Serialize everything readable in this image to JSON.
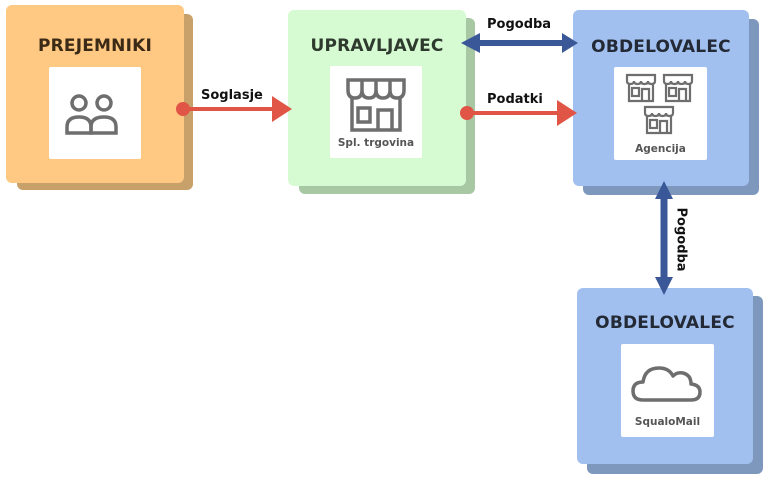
{
  "colors": {
    "orange_card": "#ffc883",
    "orange_shadow": "#c8a06a",
    "green_card": "#d6fbd2",
    "green_shadow": "#a8c8a4",
    "blue_card": "#a1c0ef",
    "blue_shadow": "#7e97bd",
    "red_arrow": "#e05546",
    "blue_arrow": "#3a5898",
    "title_dark": "#2b2b2b",
    "icon_gray": "#6e6e6e"
  },
  "nodes": {
    "prejemniki": {
      "title": "PREJEMNIKI",
      "icon": "users-icon",
      "caption": ""
    },
    "upravljavec": {
      "title": "UPRAVLJAVEC",
      "icon": "store-icon",
      "caption": "Spl. trgovina"
    },
    "obdelovalec_agency": {
      "title": "OBDELOVALEC",
      "icon": "stores-icon",
      "caption": "Agencija"
    },
    "obdelovalec_squalomail": {
      "title": "OBDELOVALEC",
      "icon": "cloud-icon",
      "caption": "SqualoMail"
    }
  },
  "edges": {
    "consent": {
      "label": "Soglasje",
      "from": "PREJEMNIKI",
      "to": "UPRAVLJAVEC",
      "style": "one-way"
    },
    "contract_1": {
      "label": "Pogodba",
      "from": "UPRAVLJAVEC",
      "to": "OBDELOVALEC",
      "style": "two-way"
    },
    "data": {
      "label": "Podatki",
      "from": "UPRAVLJAVEC",
      "to": "OBDELOVALEC",
      "style": "one-way"
    },
    "contract_2": {
      "label": "Pogodba",
      "from": "OBDELOVALEC",
      "to": "OBDELOVALEC",
      "style": "two-way"
    }
  }
}
